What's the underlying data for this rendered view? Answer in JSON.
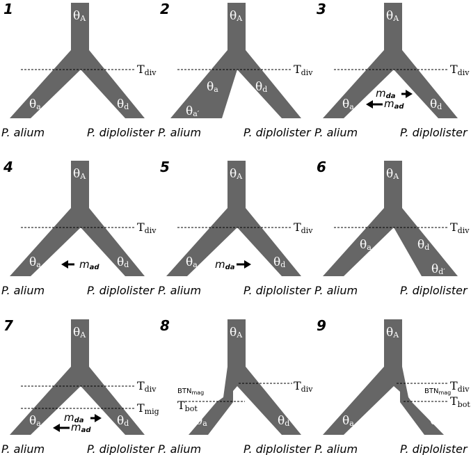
{
  "labels": {
    "theta_ancestral": "θA",
    "theta_a": "θa",
    "theta_d": "θd",
    "theta_a_prime": "θa′",
    "theta_d_prime": "θd′",
    "t_div": "Tdiv",
    "t_mig": "Tmig",
    "t_bot": "Tbot",
    "btn_mag": "BTNmag",
    "m_ad": "mad",
    "m_da": "mda",
    "species_left": "P. alium",
    "species_right": "P. diplolister"
  },
  "panels": [
    {
      "number": "1",
      "variant": "basic"
    },
    {
      "number": "2",
      "variant": "expand_a"
    },
    {
      "number": "3",
      "variant": "mig_both"
    },
    {
      "number": "4",
      "variant": "mig_ad"
    },
    {
      "number": "5",
      "variant": "mig_da"
    },
    {
      "number": "6",
      "variant": "expand_d"
    },
    {
      "number": "7",
      "variant": "mig_both_tmig"
    },
    {
      "number": "8",
      "variant": "bottleneck_a"
    },
    {
      "number": "9",
      "variant": "bottleneck_d"
    }
  ]
}
